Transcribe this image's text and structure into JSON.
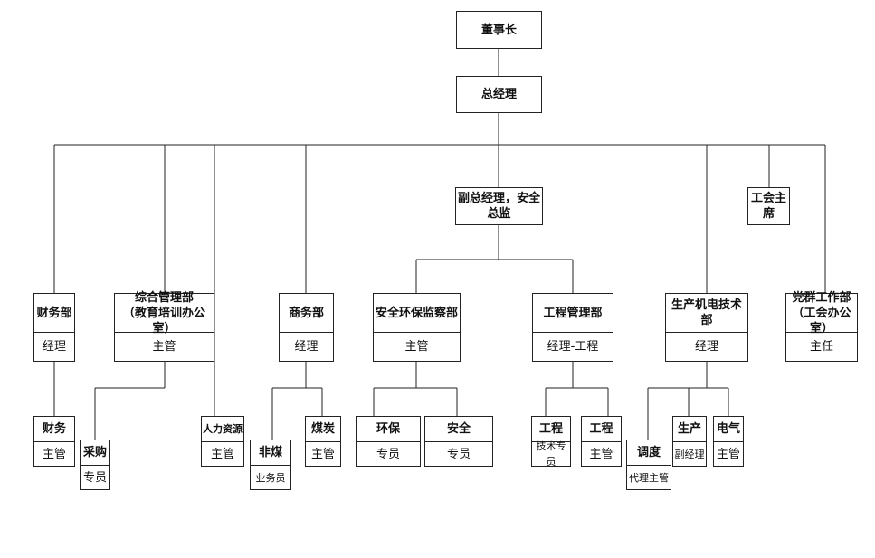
{
  "top": {
    "chairman": "董事长",
    "general_manager": "总经理",
    "deputy_gm": "副总经理，安全总监",
    "union_chair": "工会主席"
  },
  "departments": {
    "finance": {
      "name": "财务部",
      "head": "经理"
    },
    "general_admin": {
      "name_line1": "综合管理部",
      "name_line2": "（教育培训办公室）",
      "head": "主管"
    },
    "business": {
      "name": "商务部",
      "head": "经理"
    },
    "safety_env": {
      "name": "安全环保监察部",
      "head": "主管"
    },
    "engineering": {
      "name": "工程管理部",
      "head": "经理-工程"
    },
    "production": {
      "name": "生产机电技术部",
      "head": "经理"
    },
    "party": {
      "name_line1": "党群工作部",
      "name_line2": "（工会办公室）",
      "head": "主任"
    }
  },
  "sub_units": {
    "finance_main": {
      "top": "财务",
      "bottom": "主管"
    },
    "procurement": {
      "top": "采购",
      "bottom": "专员"
    },
    "hr": {
      "top": "人力资源",
      "bottom": "主管"
    },
    "nonmine": {
      "top": "非煤",
      "bottom": "业务员"
    },
    "coal_sales": {
      "top": "煤炭",
      "bottom": "主管"
    },
    "env": {
      "top": "环保",
      "bottom": "专员"
    },
    "safety": {
      "top": "安全",
      "bottom": "专员"
    },
    "eng_tech": {
      "top": "工程",
      "bottom": "技术专员"
    },
    "eng_main": {
      "top": "工程",
      "bottom": "主管"
    },
    "dispatch": {
      "top": "调度",
      "bottom": "代理主管"
    },
    "prod": {
      "top": "生产",
      "bottom": "副经理"
    },
    "electric": {
      "top": "电气",
      "bottom": "主管"
    }
  }
}
